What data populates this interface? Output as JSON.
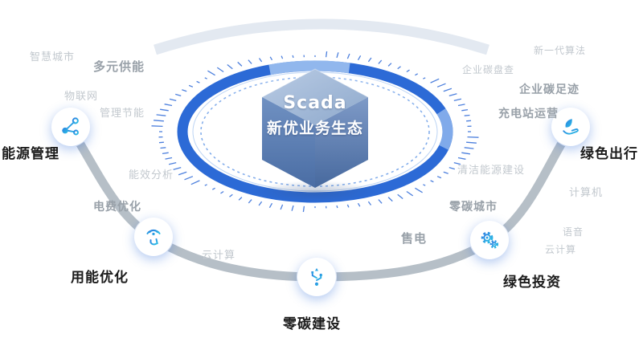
{
  "center": {
    "title": "Scada",
    "subtitle": "新优业务生态"
  },
  "main_nodes": [
    {
      "label": "能源管理",
      "icon": "molecule-network-icon"
    },
    {
      "label": "用能优化",
      "icon": "touch-press-icon"
    },
    {
      "label": "零碳建设",
      "icon": "usb-branch-icon"
    },
    {
      "label": "绿色投资",
      "icon": "gears-icon"
    },
    {
      "label": "绿色出行",
      "icon": "leaf-in-hand-icon"
    }
  ],
  "keywords_emphasized": [
    "多元供能",
    "电费优化",
    "售电",
    "零碳城市",
    "充电站运营",
    "企业碳足迹"
  ],
  "keywords_faint": [
    "智慧城市",
    "物联网",
    "管理节能",
    "能效分析",
    "云计算",
    "清洁能源建设",
    "企业碳盘查",
    "新一代算法",
    "计算机",
    "语音",
    "云计算"
  ],
  "colors": {
    "accent_blue": "#2c6ad6",
    "ring_highlight": "#9cc0f0",
    "tick_blue": "#2f6bd8",
    "arc_gray": "#b6bfc7",
    "arc_light": "#e3e9f1",
    "keyword_emphasized_gray": "#99a1a9",
    "keyword_faint_gray": "#c2c8ce",
    "icon_gradient_start": "#2a7de0",
    "icon_gradient_end": "#2cc1e6"
  }
}
